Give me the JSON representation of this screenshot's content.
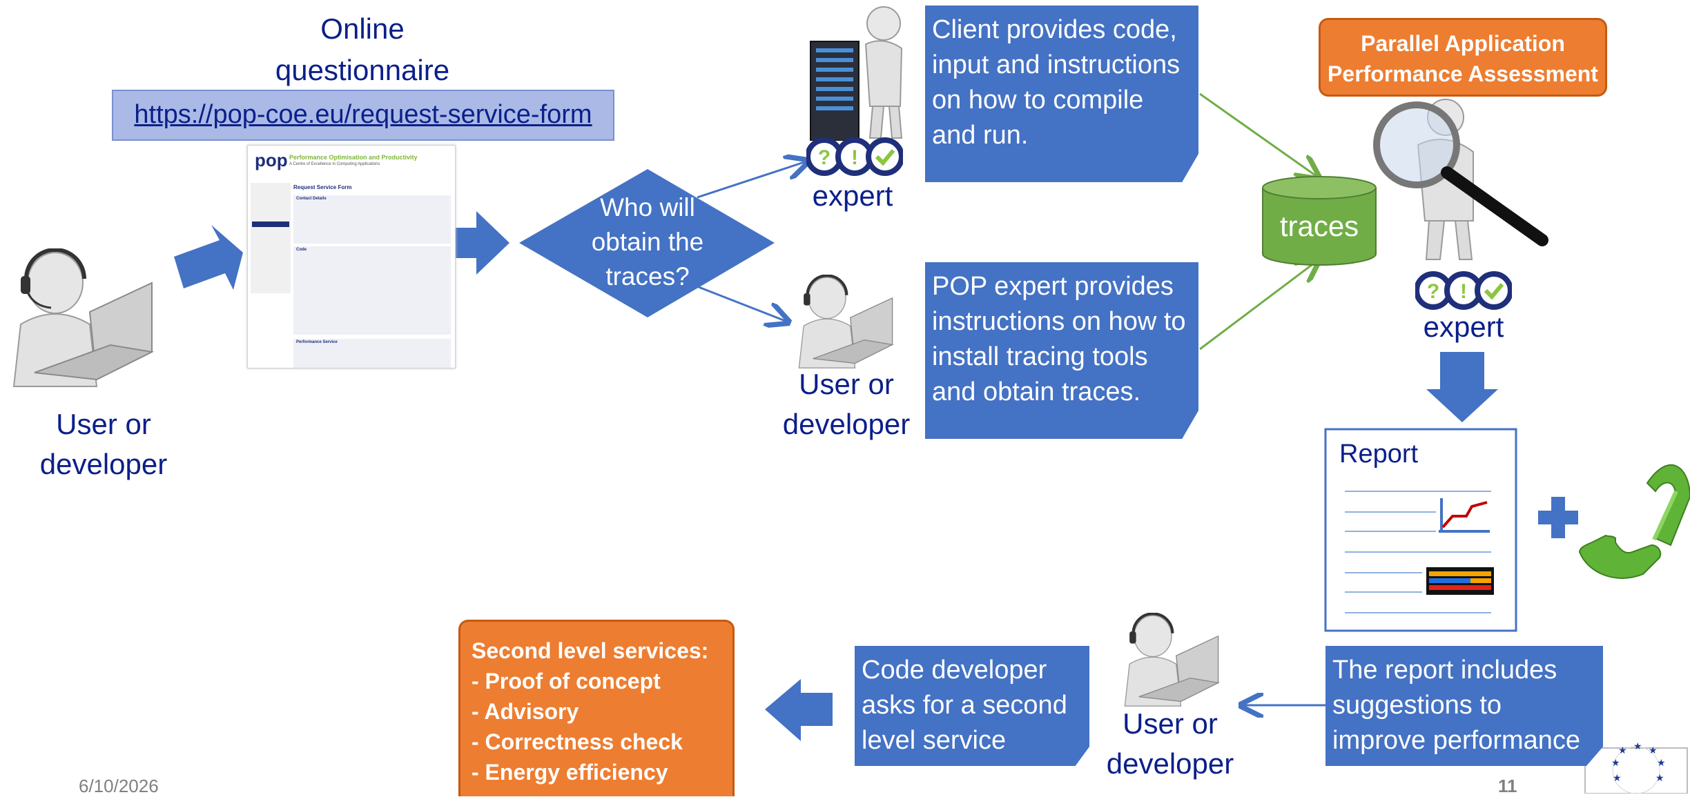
{
  "questionnaire": {
    "title": "Online\nquestionnaire",
    "url": "https://pop-coe.eu/request-service-form"
  },
  "form_thumbnail": {
    "brand": "Performance Optimisation and Productivity",
    "subtitle": "A Centre of Excellence in Computing Applications",
    "form_title": "Request Service Form",
    "section1": "Contact Details",
    "section2": "Code",
    "section3": "Performance Service",
    "logo": "pop"
  },
  "user_left": {
    "label": "User or\ndeveloper"
  },
  "decision": {
    "label": "Who will\nobtain the\ntraces?"
  },
  "expert_top": {
    "label": "expert"
  },
  "user_mid": {
    "label": "User or\ndeveloper"
  },
  "note_client": {
    "text": "Client provides code, input and instructions on how to compile and run."
  },
  "note_pop": {
    "text": "POP expert provides instructions on how to install tracing tools and obtain traces."
  },
  "traces": {
    "label": "traces"
  },
  "assessment": {
    "label": "Parallel Application\nPerformance Assessment"
  },
  "expert_right": {
    "label": "expert"
  },
  "report": {
    "label": "Report"
  },
  "note_report": {
    "text": "The report includes suggestions to improve performance"
  },
  "user_bottom": {
    "label": "User or\ndeveloper"
  },
  "note_code_dev": {
    "text": "Code developer asks for a second level service"
  },
  "second_level": {
    "title": "Second level services:",
    "items": [
      "- Proof of concept",
      "- Advisory",
      "- Correctness check",
      "- Energy efficiency"
    ]
  },
  "footer": {
    "date": "6/10/2026",
    "page": "11"
  },
  "colors": {
    "blue": "#4472c4",
    "navy": "#0b1f8a",
    "green": "#70ad47",
    "orange": "#ed7d31",
    "phone_green": "#5fb336"
  },
  "icons": [
    "headset-user-icon",
    "server-icon",
    "magnifier-icon",
    "phone-icon",
    "plus-icon",
    "eu-stars-icon"
  ]
}
